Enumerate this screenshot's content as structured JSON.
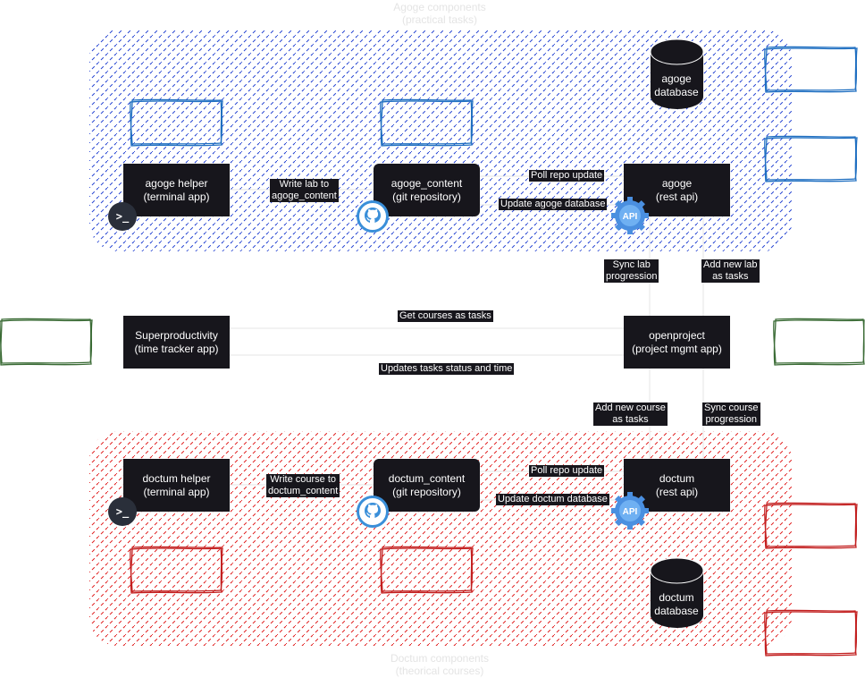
{
  "groups": {
    "agoge": {
      "title_line1": "Agoge components",
      "title_line2": "(practical tasks)",
      "hatch_color": "#1f3fd1"
    },
    "doctum": {
      "title_line1": "Doctum components",
      "title_line2": "(theorical courses)",
      "hatch_color": "#e01818"
    }
  },
  "nodes": {
    "agoge_helper": {
      "line1": "agoge helper",
      "line2": "(terminal app)"
    },
    "agoge_content": {
      "line1": "agoge_content",
      "line2": "(git repository)"
    },
    "agoge_api": {
      "line1": "agoge",
      "line2": "(rest api)"
    },
    "agoge_db": {
      "line1": "agoge",
      "line2": "database"
    },
    "superproductivity": {
      "line1": "Superproductivity",
      "line2": "(time tracker app)"
    },
    "openproject": {
      "line1": "openproject",
      "line2": "(project mgmt app)"
    },
    "doctum_helper": {
      "line1": "doctum helper",
      "line2": "(terminal app)"
    },
    "doctum_content": {
      "line1": "doctum_content",
      "line2": "(git repository)"
    },
    "doctum_api": {
      "line1": "doctum",
      "line2": "(rest api)"
    },
    "doctum_db": {
      "line1": "doctum",
      "line2": "database"
    }
  },
  "edges": {
    "write_lab": {
      "line1": "Write lab to",
      "line2": "agoge_content"
    },
    "poll_agoge": "Poll repo update",
    "update_agoge_db": "Update agoge database",
    "sync_lab": {
      "line1": "Sync lab",
      "line2": "progression"
    },
    "add_lab": {
      "line1": "Add new lab",
      "line2": "as tasks"
    },
    "get_courses": "Get courses as tasks",
    "update_tasks": "Updates tasks status and time",
    "add_course": {
      "line1": "Add new course",
      "line2": "as tasks"
    },
    "sync_course": {
      "line1": "Sync course",
      "line2": "progression"
    },
    "write_course": {
      "line1": "Write course to",
      "line2": "doctum_content"
    },
    "poll_doctum": "Poll repo update",
    "update_doctum_db": "Update doctum database"
  },
  "icons": {
    "terminal_glyph": ">_",
    "api_text": "API",
    "api_color": "#4a8fe0",
    "github_color": "#3a8fd9"
  },
  "colors": {
    "node_bg": "#17161c",
    "sketch_blue": "#1f6fc1",
    "sketch_green": "#3a6b35",
    "sketch_red": "#c21f1f"
  }
}
